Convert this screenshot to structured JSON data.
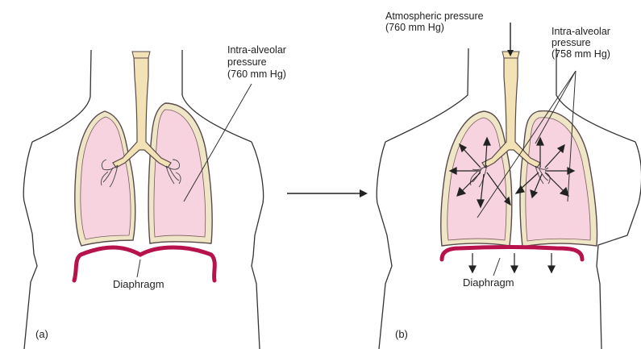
{
  "panel_a": {
    "tag": "(a)",
    "pressure_line1": "Intra-alveolar",
    "pressure_line2": "pressure",
    "pressure_line3": "(760 mm Hg)",
    "diaphragm": "Diaphragm"
  },
  "panel_b": {
    "tag": "(b)",
    "atmo_line1": "Atmospheric pressure",
    "atmo_line2": "(760 mm Hg)",
    "pressure_line1": "Intra-alveolar",
    "pressure_line2": "pressure",
    "pressure_line3": "(758 mm Hg)",
    "diaphragm": "Diaphragm"
  },
  "colors": {
    "lung_fill": "#f6d3de",
    "lung_outline": "#5a4a4a",
    "pleura": "#efe6c8",
    "trachea": "#f2e2b6",
    "diaphragm": "#b8124c",
    "body_outline": "#333333"
  }
}
